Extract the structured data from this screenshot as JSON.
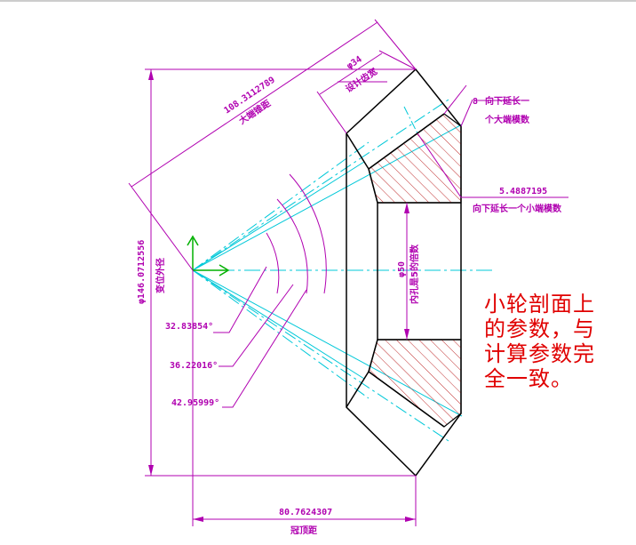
{
  "colors": {
    "dimension": "#b000b0",
    "centerline": "#00c8d8",
    "outline": "#000000",
    "hatch": "#c03030",
    "axis_y": "#00b000",
    "axis_x": "#00b000",
    "note": "#e00000"
  },
  "dims": {
    "outer_cone_distance": {
      "value": "108.3112789",
      "label": "大端锥距"
    },
    "tooth_width": {
      "value": "φ34",
      "label": "设计齿宽"
    },
    "large_end": {
      "value": "8",
      "label1": "向下延长一",
      "label2": "个大端模数"
    },
    "small_end": {
      "value": "5.4887195",
      "label": "向下延长一个小端模数"
    },
    "outer_diameter": {
      "value": "φ146.0712556",
      "label": "变位外径"
    },
    "bore": {
      "value": "φ50",
      "label": "内孔是5的倍数"
    },
    "crown_distance": {
      "value": "80.7624307",
      "label": "冠顶距"
    },
    "angle1": "32.83854°",
    "angle2": "36.22016°",
    "angle3": "42.95999°"
  },
  "note": {
    "lines": [
      "小轮剖面上",
      "的参数，与",
      "计算参数完",
      "全一致。"
    ]
  }
}
